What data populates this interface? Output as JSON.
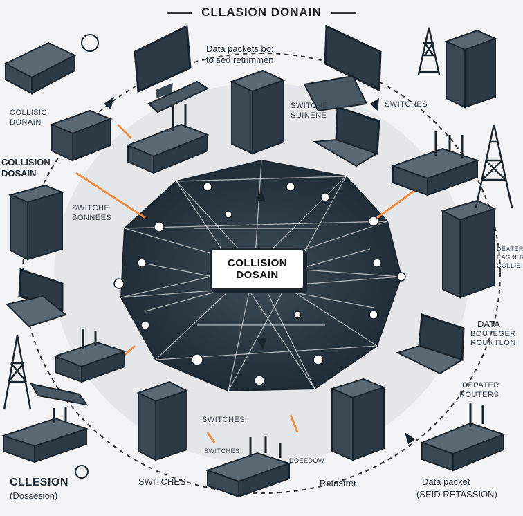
{
  "title": "CLLASION DONAIN",
  "center": {
    "line1": "COLLISION",
    "line2": "DOSAIN"
  },
  "labels": {
    "data_packets": "Data packets bo:",
    "to_send": "to sed retrimmen",
    "collision_left_top_1": "COLLISIC",
    "collision_left_top_2": "DONAIN",
    "collision_left_mid_1": "COLLISION",
    "collision_left_mid_2": "DOSAIN",
    "switche_bonnees_1": "SWITCHE",
    "switche_bonnees_2": "BONNEES",
    "switche_suinene_1": "SWITCHE",
    "switche_suinene_2": "SUINENE",
    "switches_top_right": "SWITCHES",
    "right_side_1": "DEATER",
    "right_side_2": "EASDEREY",
    "right_side_3": "COLLISION",
    "data_router_1": "DATA",
    "data_router_2": "BOUTEGER",
    "data_router_3": "ROUNTLON",
    "repater_1": "REPATER",
    "repater_2": "ROUTERS",
    "switches_bottom_mid": "SWITCHES",
    "switches_bottom_mid_sub": "SWITCHES",
    "doeedow": "DOEEDOW",
    "switches_bottom": "SWITCHES",
    "retastrer": "Retastrer",
    "cllesion_1": "CLLESION",
    "cllesion_2": "(Dossesion)",
    "data_packet_1": "Data packet",
    "data_packet_2": "(SEID RETASSION)"
  },
  "colors": {
    "network_fill": "#2c3a46",
    "device_dark": "#3a4854",
    "device_mid": "#5a6974",
    "accent": "#f08a3c"
  }
}
